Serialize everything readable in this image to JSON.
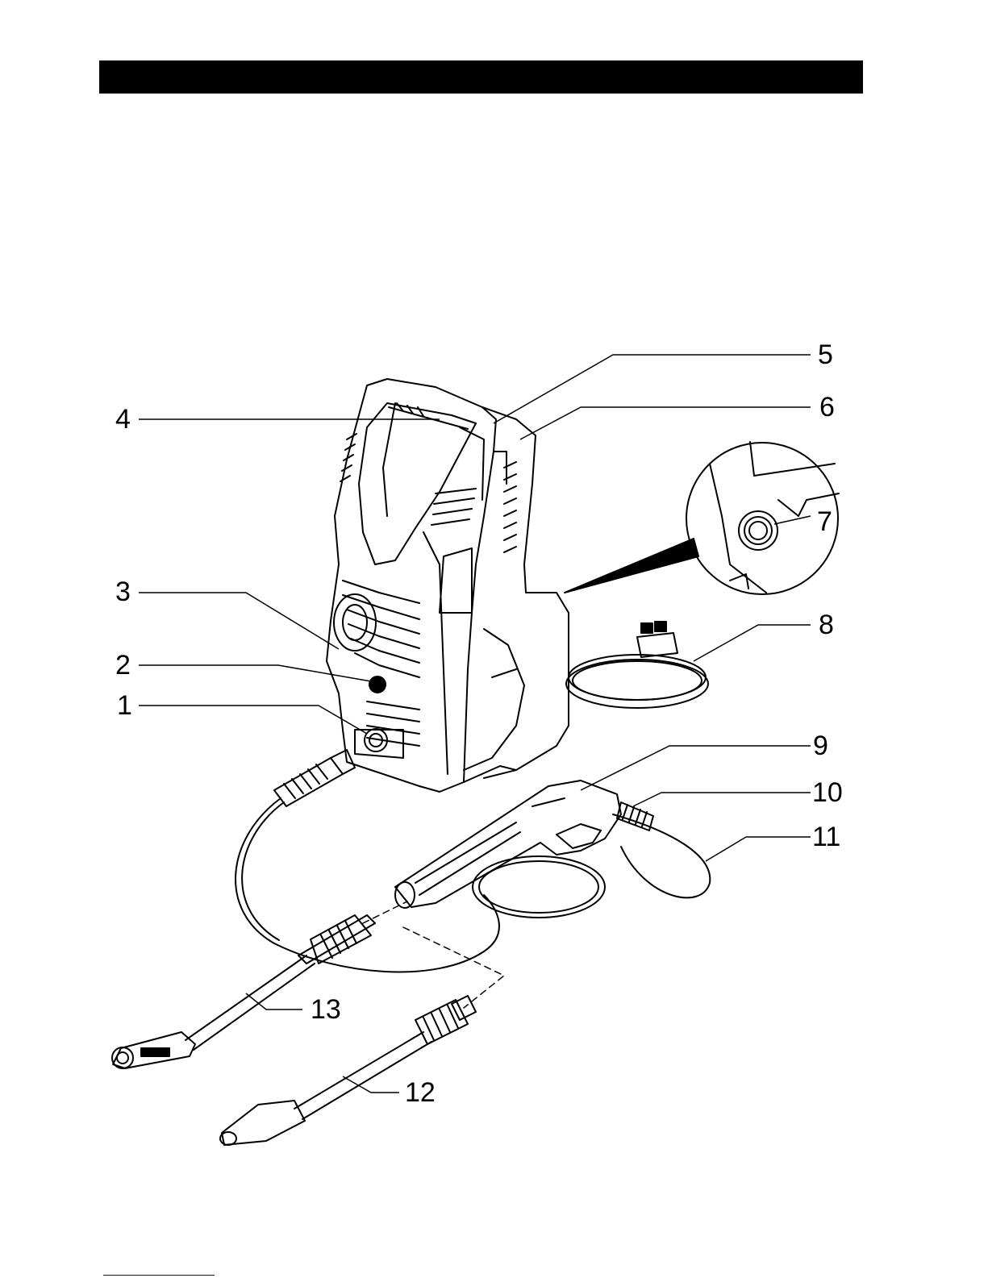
{
  "diagram": {
    "callouts": [
      {
        "id": "1",
        "label": "1"
      },
      {
        "id": "2",
        "label": "2"
      },
      {
        "id": "3",
        "label": "3"
      },
      {
        "id": "4",
        "label": "4"
      },
      {
        "id": "5",
        "label": "5"
      },
      {
        "id": "6",
        "label": "6"
      },
      {
        "id": "7",
        "label": "7"
      },
      {
        "id": "8",
        "label": "8"
      },
      {
        "id": "9",
        "label": "9"
      },
      {
        "id": "10",
        "label": "10"
      },
      {
        "id": "11",
        "label": "11"
      },
      {
        "id": "12",
        "label": "12"
      },
      {
        "id": "13",
        "label": "13"
      }
    ]
  },
  "colors": {
    "ink": "#000000",
    "paper": "#ffffff",
    "header_bar": "#000000",
    "footer_link": "#0000cc"
  }
}
